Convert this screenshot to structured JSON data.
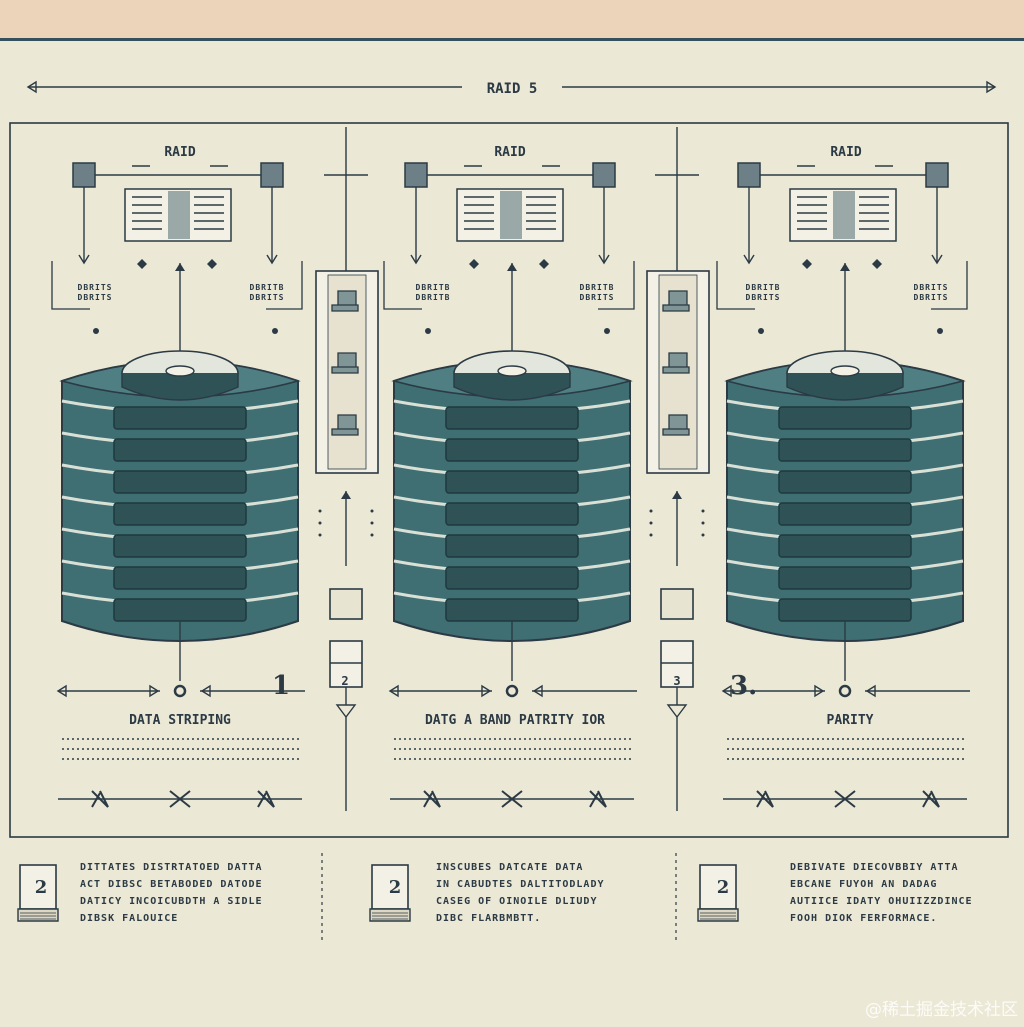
{
  "header": {
    "title": "RAID 5"
  },
  "panels": [
    {
      "title": "RAID",
      "side_left": "DBRITS\nDBRITS",
      "side_right": "DBRITB\nDBRITS",
      "number": "1",
      "caption": "DATA STRIPING"
    },
    {
      "title": "RAID",
      "side_left": "DBRITB\nDBRITB",
      "side_right": "DBRITB\nDBRITS",
      "number": "",
      "caption": "DATG A BAND PATRITY IOR"
    },
    {
      "title": "RAID",
      "side_left": "DBRITB\nDBRITS",
      "side_right": "DBRITS\nDBRITS",
      "number": "3.",
      "caption": "PARITY"
    }
  ],
  "connectors": [
    {
      "number": "2"
    },
    {
      "number": "3"
    }
  ],
  "notes": [
    {
      "icon_number": "2",
      "text": "DITTATES DISTRTATOED DATTA\nACT DIBSC BETABODED DATODE\nDATICY INCOICUBDTH A SIDLE\nDIBSK FALOUICE"
    },
    {
      "icon_number": "2",
      "text": "INSCUBES DATCATE DATA\nIN CABUDTES DALTITODLADY\nCASEG OF OINOILE DLIUDY\nDIBC FLARBMBTT."
    },
    {
      "icon_number": "2",
      "text": "DEBIVATE DIECOVBBIY ATTA\nEBCANE FUYOH AN DADAG\nAUTIICE IDATY OHUIIZZDINCE\nFOOH DIOK FERFORMACE."
    }
  ],
  "watermark": "@稀土掘金技术社区",
  "colors": {
    "ink": "#2b3a44",
    "disk": "#3f6e73",
    "disk_dark": "#2e5256",
    "disk_light": "#d9e0d6",
    "paper": "#ece8d6"
  }
}
